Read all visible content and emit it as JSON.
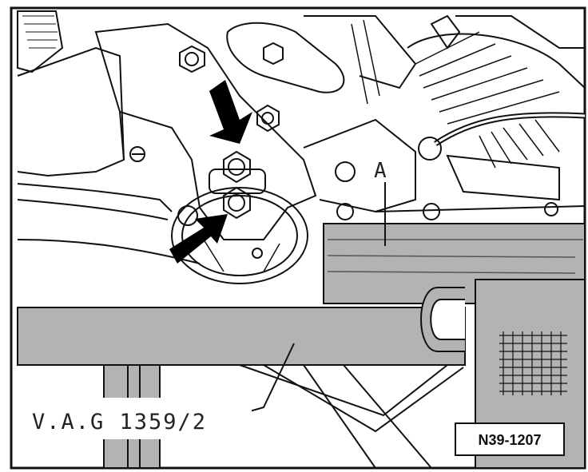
{
  "figure": {
    "callout_a": "A",
    "tool_label": "V.A.G 1359/2",
    "reference": "N39-1207"
  },
  "colors": {
    "line": "#111111",
    "tool_fill": "#b3b3b3",
    "background": "#ffffff"
  }
}
